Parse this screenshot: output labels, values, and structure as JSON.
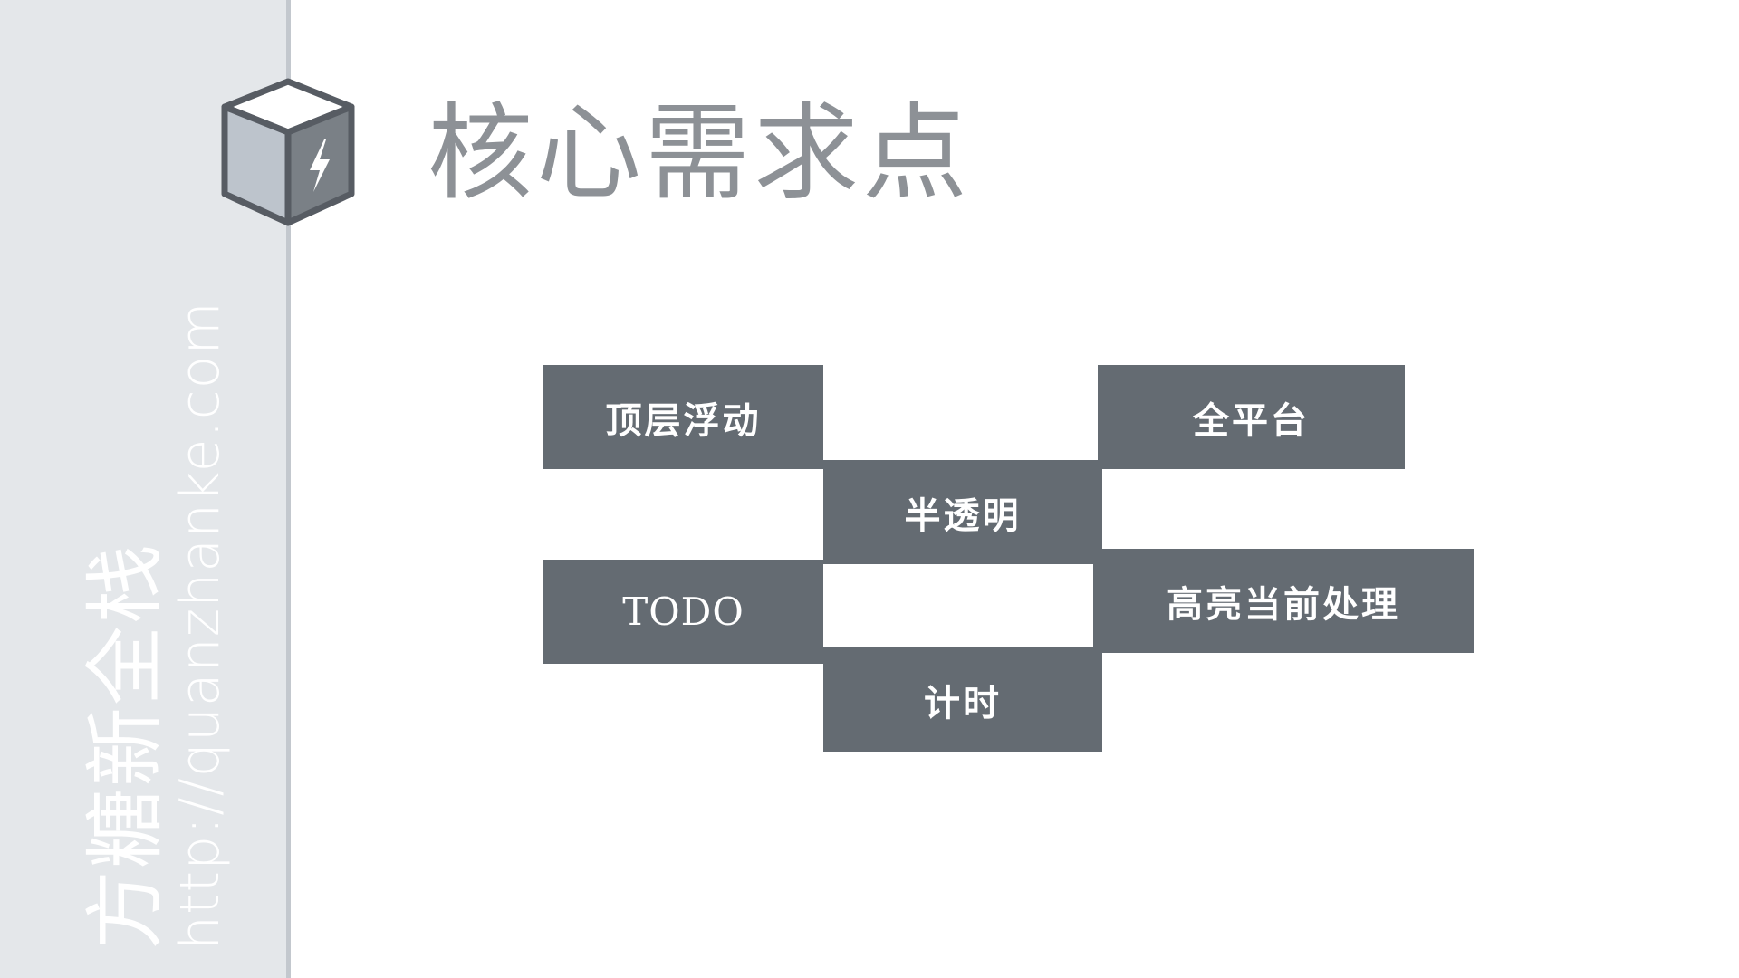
{
  "header": {
    "title": "核心需求点"
  },
  "watermark": {
    "brand": "方糖新全栈",
    "url": "http://quanzhanke.com"
  },
  "features": {
    "floating": "顶层浮动",
    "all_platform": "全平台",
    "translucent": "半透明",
    "todo": "TODO",
    "highlight": "高亮当前处理",
    "timer": "计时"
  },
  "colors": {
    "sidebar": "#e4e7ea",
    "divider": "#c3c8ce",
    "tile": "#646b72",
    "title": "#8d9196"
  },
  "icons": {
    "logo": "cube-lightning-icon"
  }
}
